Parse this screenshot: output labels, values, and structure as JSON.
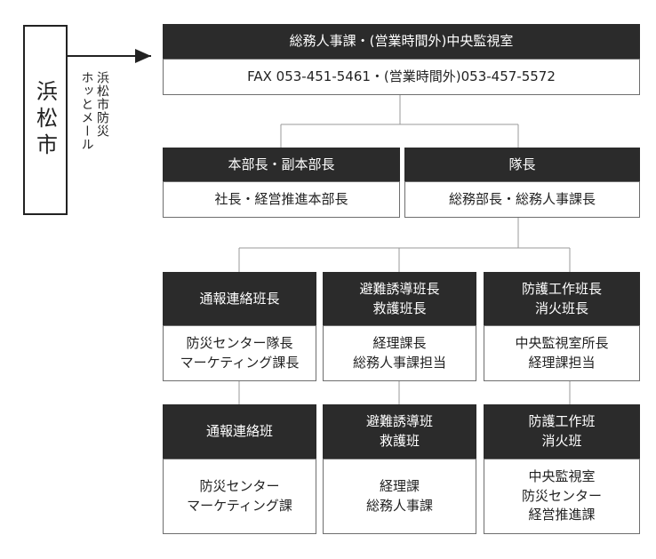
{
  "city": "浜松市",
  "arrow_label": "浜松市防災\nホッとメール",
  "top": {
    "header": "総務人事課・(営業時間外)中央監視室",
    "body": "FAX 053-451-5461・(営業時間外)053-457-5572"
  },
  "level2": [
    {
      "header": "本部長・副本部長",
      "body": "社長・経営推進本部長"
    },
    {
      "header": "隊長",
      "body": "総務部長・総務人事課長"
    }
  ],
  "leaders": [
    {
      "header": "通報連絡班長",
      "body": "防災センター隊長\nマーケティング課長"
    },
    {
      "header": "避難誘導班長\n救護班長",
      "body": "経理課長\n総務人事課担当"
    },
    {
      "header": "防護工作班長\n消火班長",
      "body": "中央監視室所長\n経理課担当"
    }
  ],
  "teams": [
    {
      "header": "通報連絡班",
      "body": "防災センター\nマーケティング課"
    },
    {
      "header": "避難誘導班\n救護班",
      "body": "経理課\n総務人事課"
    },
    {
      "header": "防護工作班\n消火班",
      "body": "中央監視室\n防災センター\n経営推進課"
    }
  ]
}
